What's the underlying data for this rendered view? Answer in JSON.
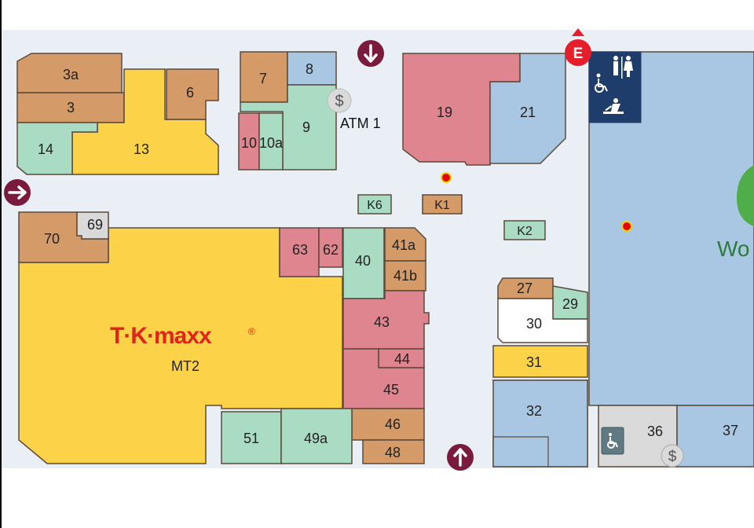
{
  "colors": {
    "background": "#e9eff5",
    "tan": "#d49a67",
    "yellow": "#fcd348",
    "green": "#a9dcc3",
    "pink": "#df858f",
    "blue": "#a9c7e2",
    "navy": "#1f3d6b",
    "grey": "#dadada",
    "maroon": "#7a1a3c",
    "exit_red": "#e41e2b",
    "hotspot": "#e40000",
    "stroke": "#5a4b3d"
  },
  "units": [
    {
      "id": "3a",
      "label": "3a",
      "color": "tan"
    },
    {
      "id": "3",
      "label": "3",
      "color": "tan"
    },
    {
      "id": "14",
      "label": "14",
      "color": "green"
    },
    {
      "id": "13",
      "label": "13",
      "color": "yellow"
    },
    {
      "id": "6",
      "label": "6",
      "color": "tan"
    },
    {
      "id": "7",
      "label": "7",
      "color": "tan"
    },
    {
      "id": "8",
      "label": "8",
      "color": "blue"
    },
    {
      "id": "9",
      "label": "9",
      "color": "green"
    },
    {
      "id": "10",
      "label": "10",
      "color": "pink"
    },
    {
      "id": "10a",
      "label": "10a",
      "color": "green"
    },
    {
      "id": "19",
      "label": "19",
      "color": "pink"
    },
    {
      "id": "21",
      "label": "21",
      "color": "blue"
    },
    {
      "id": "70",
      "label": "70",
      "color": "tan"
    },
    {
      "id": "69",
      "label": "69",
      "color": "grey"
    },
    {
      "id": "63",
      "label": "63",
      "color": "pink"
    },
    {
      "id": "62",
      "label": "62",
      "color": "pink"
    },
    {
      "id": "40",
      "label": "40",
      "color": "green"
    },
    {
      "id": "41a",
      "label": "41a",
      "color": "tan"
    },
    {
      "id": "41b",
      "label": "41b",
      "color": "tan"
    },
    {
      "id": "43",
      "label": "43",
      "color": "pink"
    },
    {
      "id": "44",
      "label": "44",
      "color": "pink"
    },
    {
      "id": "45",
      "label": "45",
      "color": "pink"
    },
    {
      "id": "46",
      "label": "46",
      "color": "tan"
    },
    {
      "id": "48",
      "label": "48",
      "color": "tan"
    },
    {
      "id": "51",
      "label": "51",
      "color": "green"
    },
    {
      "id": "49a",
      "label": "49a",
      "color": "green"
    },
    {
      "id": "27",
      "label": "27",
      "color": "tan"
    },
    {
      "id": "29",
      "label": "29",
      "color": "green"
    },
    {
      "id": "30",
      "label": "30",
      "color": "white"
    },
    {
      "id": "31",
      "label": "31",
      "color": "yellow"
    },
    {
      "id": "32",
      "label": "32",
      "color": "blue"
    },
    {
      "id": "36",
      "label": "36",
      "color": "grey"
    },
    {
      "id": "37",
      "label": "37",
      "color": "blue"
    }
  ],
  "kiosks": [
    {
      "id": "K6",
      "label": "K6",
      "color": "green"
    },
    {
      "id": "K1",
      "label": "K1",
      "color": "tan"
    },
    {
      "id": "K2",
      "label": "K2",
      "color": "green"
    }
  ],
  "anchors": {
    "mt2_label": "MT2",
    "tkmaxx_logo": "T·K·maxx",
    "tkmaxx_trademark": "®",
    "woolworths_partial": "Wo"
  },
  "atm": {
    "label": "ATM 1",
    "icon_symbol": "$"
  },
  "exit": {
    "label": "E"
  },
  "icons": {
    "entrance_arrows": [
      "arrow-down-icon",
      "arrow-right-icon",
      "arrow-up-icon"
    ],
    "toilets": "toilets-icon",
    "accessible": "wheelchair-icon",
    "baby_change": "baby-change-icon",
    "atm": "dollar-icon",
    "woolworths_logo": "woolworths-logo-icon"
  }
}
